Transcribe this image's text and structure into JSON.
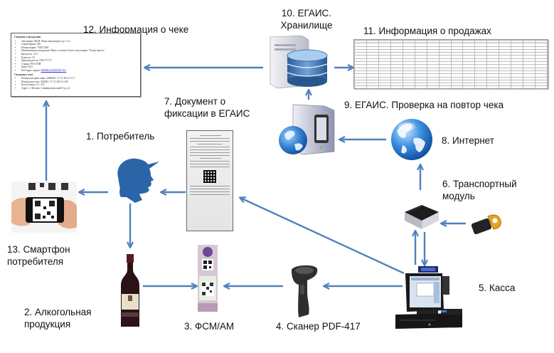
{
  "diagram": {
    "title": "Схема работы ЕГАИС при розничной продаже алкоголя",
    "accent_color": "#4f81bd",
    "nodes": {
      "consumer": {
        "label": "1. Потребитель",
        "icon": "person-silhouette-icon"
      },
      "alcohol": {
        "label_line1": "2. Алкогольная",
        "label_line2": "продукция",
        "icon": "wine-bottle-icon"
      },
      "fsm": {
        "label": "3. ФСМ/АМ",
        "icon": "excise-stamp-icon"
      },
      "scanner": {
        "label": "4. Сканер PDF-417",
        "icon": "barcode-scanner-icon"
      },
      "cashier": {
        "label": "5. Касса",
        "icon": "pos-terminal-icon"
      },
      "transport": {
        "label_line1": "6. Транспортный",
        "label_line2": "модуль",
        "icon": "mini-pc-icon",
        "key_icon": "usb-crypto-key-icon"
      },
      "document": {
        "label_line1": "7. Документ о",
        "label_line2": "фиксации в ЕГАИС",
        "icon": "receipt-icon"
      },
      "internet": {
        "label": "8. Интернет",
        "icon": "globe-icon"
      },
      "check": {
        "label": "9. ЕГАИС. Проверка на повтор чека",
        "icon": "web-server-icon"
      },
      "storage": {
        "label_line1": "10. ЕГАИС.",
        "label_line2": "Хранилище",
        "icon": "database-server-icon"
      },
      "sales": {
        "label": "11. Информация о продажах",
        "icon": "spreadsheet-icon"
      },
      "receipt_info": {
        "label": "12. Информация о чеке",
        "icon": "document-icon"
      },
      "smartphone": {
        "label_line1": "13. Смартфон",
        "label_line2": "потребителя",
        "icon": "smartphone-qr-icon"
      }
    },
    "receipt_info_doc": {
      "section1_title": "Сведения о продукции",
      "section1_items": [
        "Тип марки: ФСМ. Вино виноградное до 1.5 л",
        "Серия марки: 100",
        "Номер марки: 750273458",
        "Наименование продукции: Вино столовое белое полусладкое \"Белые цветы\"",
        "Крепость: 12.0",
        "Емкость: 1.0",
        "Производитель: ООО \"ГСУ\"",
        "Страна: РОССИЯ",
        "Цена: 84.0"
      ],
      "web_label": "Веб-адрес марки:",
      "web_link": "00BEB41203003027411",
      "section2_title": "Сведения о чеке",
      "section2_items": [
        "Номер/дата фиксации: 2468628 / 17.11.2014 11:17",
        "Номер/дата чека: 204483 / 17.11.2014 11:06",
        "Касса/смена: 12 / 312",
        "Адрес: г. Москва, Симферопольский б-р, д.4"
      ]
    }
  }
}
